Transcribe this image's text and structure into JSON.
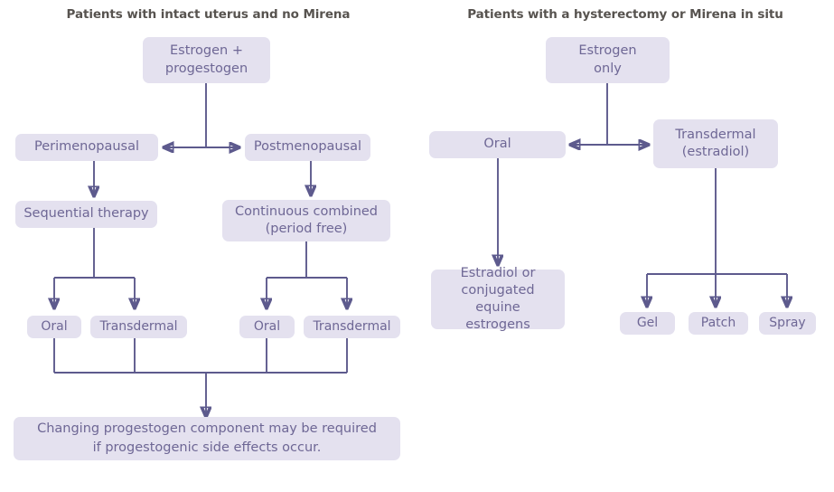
{
  "diagram": {
    "title_left": "Patients with intact uterus and no Mirena",
    "title_right": "Patients with a hysterectomy or Mirena in situ",
    "colors": {
      "node_fill": "#e4e1ef",
      "node_text": "#6e6795",
      "edge": "#5d5a8d",
      "title_text": "#57534f",
      "background": "#ffffff"
    }
  },
  "left_branch": {
    "root": "Estrogen +\nprogestogen",
    "root_line1": "Estrogen +",
    "root_line2": "progestogen",
    "perimenopausal": "Perimenopausal",
    "postmenopausal": "Postmenopausal",
    "sequential_therapy": "Sequential therapy",
    "continuous_combined_line1": "Continuous combined",
    "continuous_combined_line2": "(period free)",
    "peri_oral": "Oral",
    "peri_transdermal": "Transdermal",
    "post_oral": "Oral",
    "post_transdermal": "Transdermal",
    "note_line1": "Changing progestogen component may be required",
    "note_line2": "if progestogenic side effects occur."
  },
  "right_branch": {
    "root_line1": "Estrogen",
    "root_line2": "only",
    "oral": "Oral",
    "transdermal_line1": "Transdermal",
    "transdermal_line2": "(estradiol)",
    "oral_detail_line1": "Estradiol or",
    "oral_detail_line2": "conjugated equine",
    "oral_detail_line3": "estrogens",
    "gel": "Gel",
    "patch": "Patch",
    "spray": "Spray"
  }
}
